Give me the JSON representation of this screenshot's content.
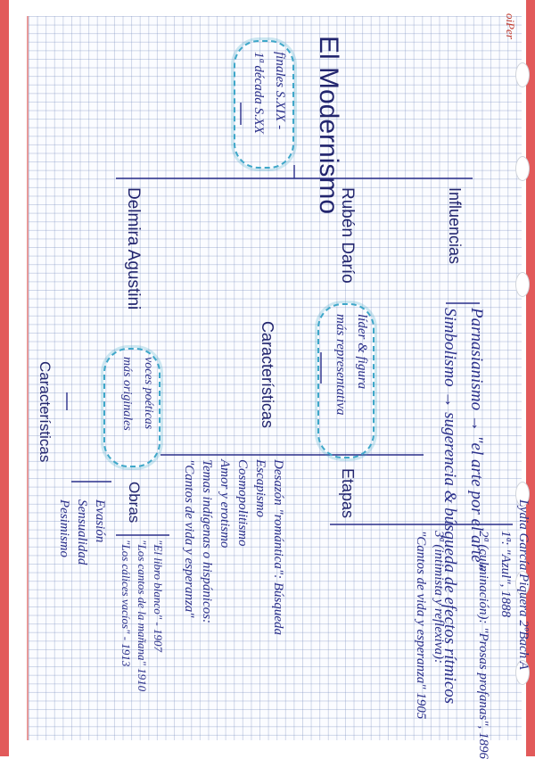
{
  "page": {
    "logo_text": "oiPer",
    "author_line": "Lydia García Piquera 2ºBach A",
    "title": "El Modernismo",
    "dates_cloud": [
      "finales S.XIX -",
      "1ª década S.XX"
    ]
  },
  "influences": {
    "label": "Influencias",
    "items": [
      "Parnasianismo → \"el arte por el arte\"",
      "Simbolismo → sugerencia & búsqueda de efectos rítmicos"
    ]
  },
  "dario": {
    "name": "Rubén Darío",
    "cloud": [
      "líder & figura",
      "más representativa"
    ],
    "stages_label": "Etapas",
    "stages": [
      "1ª: \"Azul\", 1888",
      "2ª (culminación): \"Prosas profanas\", 1896",
      "3ª (intimista y reflexiva):",
      "\"Cantos de vida y esperanza\" 1905"
    ],
    "characteristics_label": "Características",
    "characteristics": [
      "Desazón \"romántica\": Búsqueda",
      "Escapismo",
      "Cosmopolitismo",
      "Amor y erotismo",
      "Temas indígenas o hispánicos:",
      "\"Cantos de vida y esperanza\""
    ]
  },
  "delmira": {
    "name": "Delmira Agustini",
    "cloud": [
      "voces poéticas",
      "más originales"
    ],
    "works_label": "Obras",
    "works": [
      "\"El libro blanco\" - 1907",
      "\"Los cantos de la mañana\" 1910",
      "\"Los cálices vacíos\" - 1913"
    ],
    "characteristics_label": "Características",
    "characteristics": [
      "Evasión",
      "Sensualidad",
      "Pesimismo"
    ]
  }
}
